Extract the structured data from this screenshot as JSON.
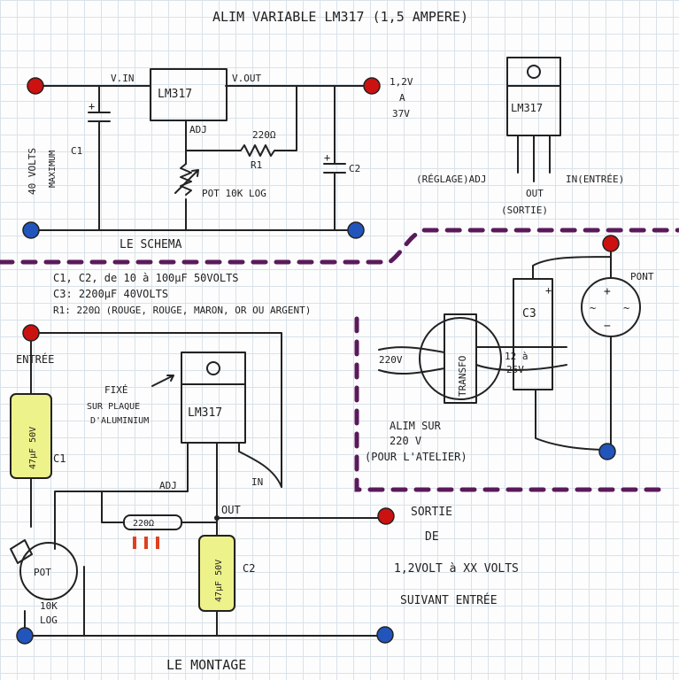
{
  "title": "ALIM VARIABLE LM317 (1,5 AMPERE)",
  "colors": {
    "ink": "#222222",
    "terminal_pos": "#cc1111",
    "terminal_neg": "#2255bb",
    "capacitor_fill": "#eef28a",
    "divider": "#5a1a5a",
    "resistor_band": "#e04020"
  },
  "schema": {
    "section_label": "LE SCHEMA",
    "input_label_1": "40 VOLTS",
    "input_label_2": "MAXIMUM",
    "vin": "V.IN",
    "vout": "V.OUT",
    "regulator": "LM317",
    "adj": "ADJ",
    "r1_value": "220Ω",
    "r1_name": "R1",
    "pot": "POT 10K LOG",
    "c1": "C1",
    "c2": "C2",
    "output_1": "1,2V",
    "output_2": "A",
    "output_3": "37V"
  },
  "pinout": {
    "regulator": "LM317",
    "pin_adj": "(RÉGLAGE)ADJ",
    "pin_out": "OUT",
    "pin_out_fr": "(SORTIE)",
    "pin_in": "IN(ENTRÉE)"
  },
  "components": {
    "line1": "C1, C2, de 10 à 100µF 50VOLTS",
    "line2": "C3: 2200µF 40VOLTS",
    "line3": "R1: 220Ω (ROUGE, ROUGE, MARON, OR OU ARGENT)"
  },
  "atelier": {
    "mains": "220V",
    "transfo": "TRANSFO",
    "secondary_1": "12 à",
    "secondary_2": "25V",
    "c3": "C3",
    "bridge": "PONT",
    "bridge_ac": "~",
    "caption_1": "ALIM SUR",
    "caption_2": "220 V",
    "caption_3": "(POUR L'ATELIER)"
  },
  "montage": {
    "section_label": "LE MONTAGE",
    "entree": "ENTRÉE",
    "c1": "C1",
    "c1_value": "47µF 50V",
    "heatsink_1": "FIXÉ",
    "heatsink_2": "SUR PLAQUE",
    "heatsink_3": "D'ALUMINIUM",
    "regulator": "LM317",
    "adj": "ADJ",
    "in": "IN",
    "out": "OUT",
    "r1_value": "220Ω",
    "pot_1": "POT",
    "pot_2": "10K",
    "pot_3": "LOG",
    "c2": "C2",
    "c2_value": "47µF 50V",
    "sortie_1": "SORTIE",
    "sortie_2": "DE",
    "sortie_3": "1,2VOLT à XX VOLTS",
    "sortie_4": "SUIVANT ENTRÉE"
  }
}
